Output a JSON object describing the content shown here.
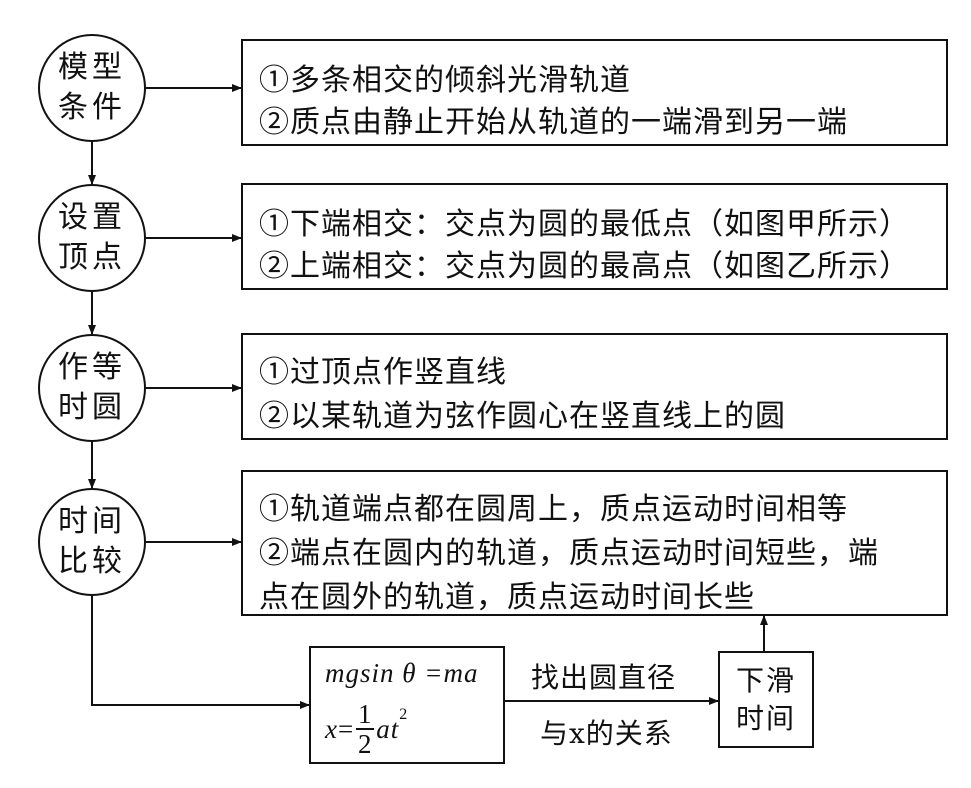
{
  "nodes": [
    {
      "lines": [
        "模型",
        "条件"
      ]
    },
    {
      "lines": [
        "设置",
        "顶点"
      ]
    },
    {
      "lines": [
        "作等",
        "时圆"
      ]
    },
    {
      "lines": [
        "时间",
        "比较"
      ]
    }
  ],
  "boxes": [
    {
      "lines": [
        "①多条相交的倾斜光滑轨道",
        "②质点由静止开始从轨道的一端滑到另一端"
      ]
    },
    {
      "lines": [
        "①下端相交：交点为圆的最低点（如图甲所示）",
        "②上端相交：交点为圆的最高点（如图乙所示）"
      ]
    },
    {
      "lines": [
        "①过顶点作竖直线",
        "②以某轨道为弦作圆心在竖直线上的圆"
      ]
    },
    {
      "lines": [
        "①轨道端点都在圆周上，质点运动时间相等",
        "②端点在圆内的轨道，质点运动时间短些，端",
        "点在圆外的轨道，质点运动时间长些"
      ]
    }
  ],
  "formula": {
    "line1": "mgsin θ =ma",
    "x": "x",
    "eq": "=",
    "num": "1",
    "den": "2",
    "at": "at",
    "exp": "2"
  },
  "arrow_label": {
    "line1": "找出圆直径",
    "line2": "与x的关系"
  },
  "result": {
    "lines": [
      "下滑",
      "时间"
    ]
  }
}
